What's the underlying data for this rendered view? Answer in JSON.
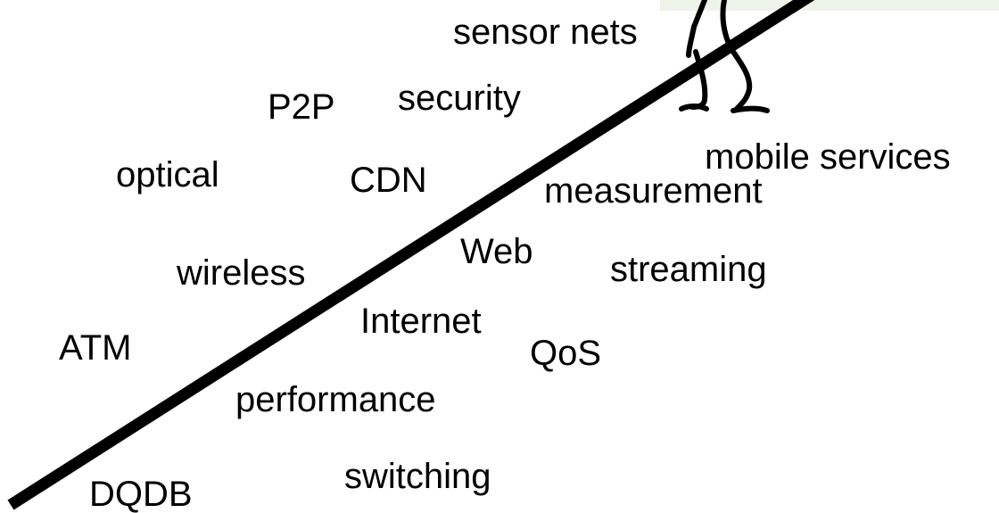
{
  "colors": {
    "background": "#ffffff",
    "ink": "#000000",
    "corner_panel": "#eef3ea"
  },
  "figure": "stick-figure-climbing-slope",
  "terms": {
    "sensor_nets": "sensor nets",
    "p2p": "P2P",
    "security": "security",
    "mobile_services": "mobile services",
    "optical": "optical",
    "cdn": "CDN",
    "measurement": "measurement",
    "web": "Web",
    "wireless": "wireless",
    "streaming": "streaming",
    "internet": "Internet",
    "atm": "ATM",
    "qos": "QoS",
    "performance": "performance",
    "switching": "switching",
    "dqdb": "DQDB"
  }
}
